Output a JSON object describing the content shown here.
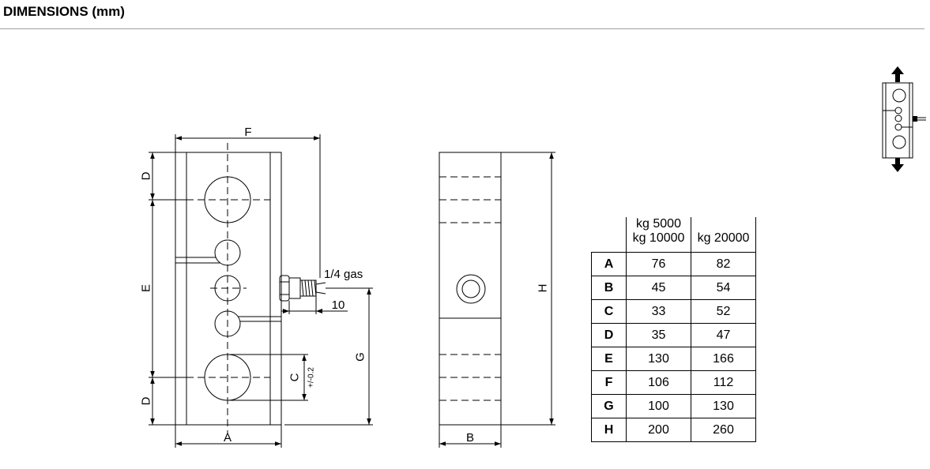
{
  "title": "DIMENSIONS (mm)",
  "colors": {
    "line": "#000000",
    "rule": "#a0a0a0"
  },
  "icons": {
    "load_direction": "load-direction-icon"
  },
  "front_view": {
    "label_f": "F",
    "label_d_top": "D",
    "label_e": "E",
    "label_d_bottom": "D",
    "label_a": "A",
    "label_thread": "1/4 gas",
    "label_thread_length": "10",
    "label_g": "G",
    "label_c": "C",
    "label_c_tolerance": "+/-0.2"
  },
  "side_view": {
    "label_b": "B",
    "label_h": "H"
  },
  "table": {
    "header": {
      "col1_line1": "kg 5000",
      "col1_line2": "kg 10000",
      "col2": "kg 20000"
    },
    "rows": [
      {
        "label": "A",
        "col1": "76",
        "col2": "82"
      },
      {
        "label": "B",
        "col1": "45",
        "col2": "54"
      },
      {
        "label": "C",
        "col1": "33",
        "col2": "52"
      },
      {
        "label": "D",
        "col1": "35",
        "col2": "47"
      },
      {
        "label": "E",
        "col1": "130",
        "col2": "166"
      },
      {
        "label": "F",
        "col1": "106",
        "col2": "112"
      },
      {
        "label": "G",
        "col1": "100",
        "col2": "130"
      },
      {
        "label": "H",
        "col1": "200",
        "col2": "260"
      }
    ]
  }
}
